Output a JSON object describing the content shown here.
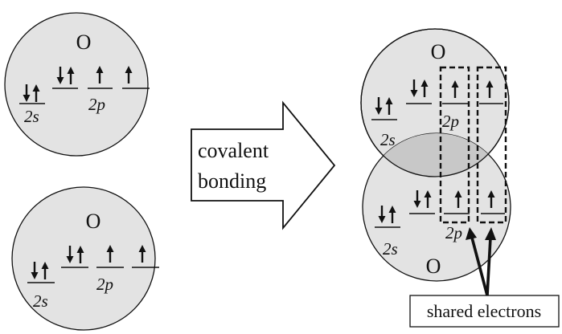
{
  "colors": {
    "circle_fill": "#e3e3e3",
    "overlap_fill": "#c8c8c8",
    "stroke": "#111111",
    "background": "#ffffff"
  },
  "atom_top_left": {
    "element": "O",
    "label_2s": "2s",
    "label_2p": "2p"
  },
  "atom_bottom_left": {
    "element": "O",
    "label_2s": "2s",
    "label_2p": "2p"
  },
  "arrow": {
    "line1": "covalent",
    "line2": "bonding"
  },
  "molecule": {
    "top_element": "O",
    "bottom_element": "O",
    "top_label_2s": "2s",
    "top_label_2p": "2p",
    "bottom_label_2s": "2s",
    "bottom_label_2p": "2p",
    "shared_label": "shared electrons"
  },
  "icons": {
    "up_arrow": "up-arrow-icon",
    "down_arrow": "down-arrow-icon"
  }
}
